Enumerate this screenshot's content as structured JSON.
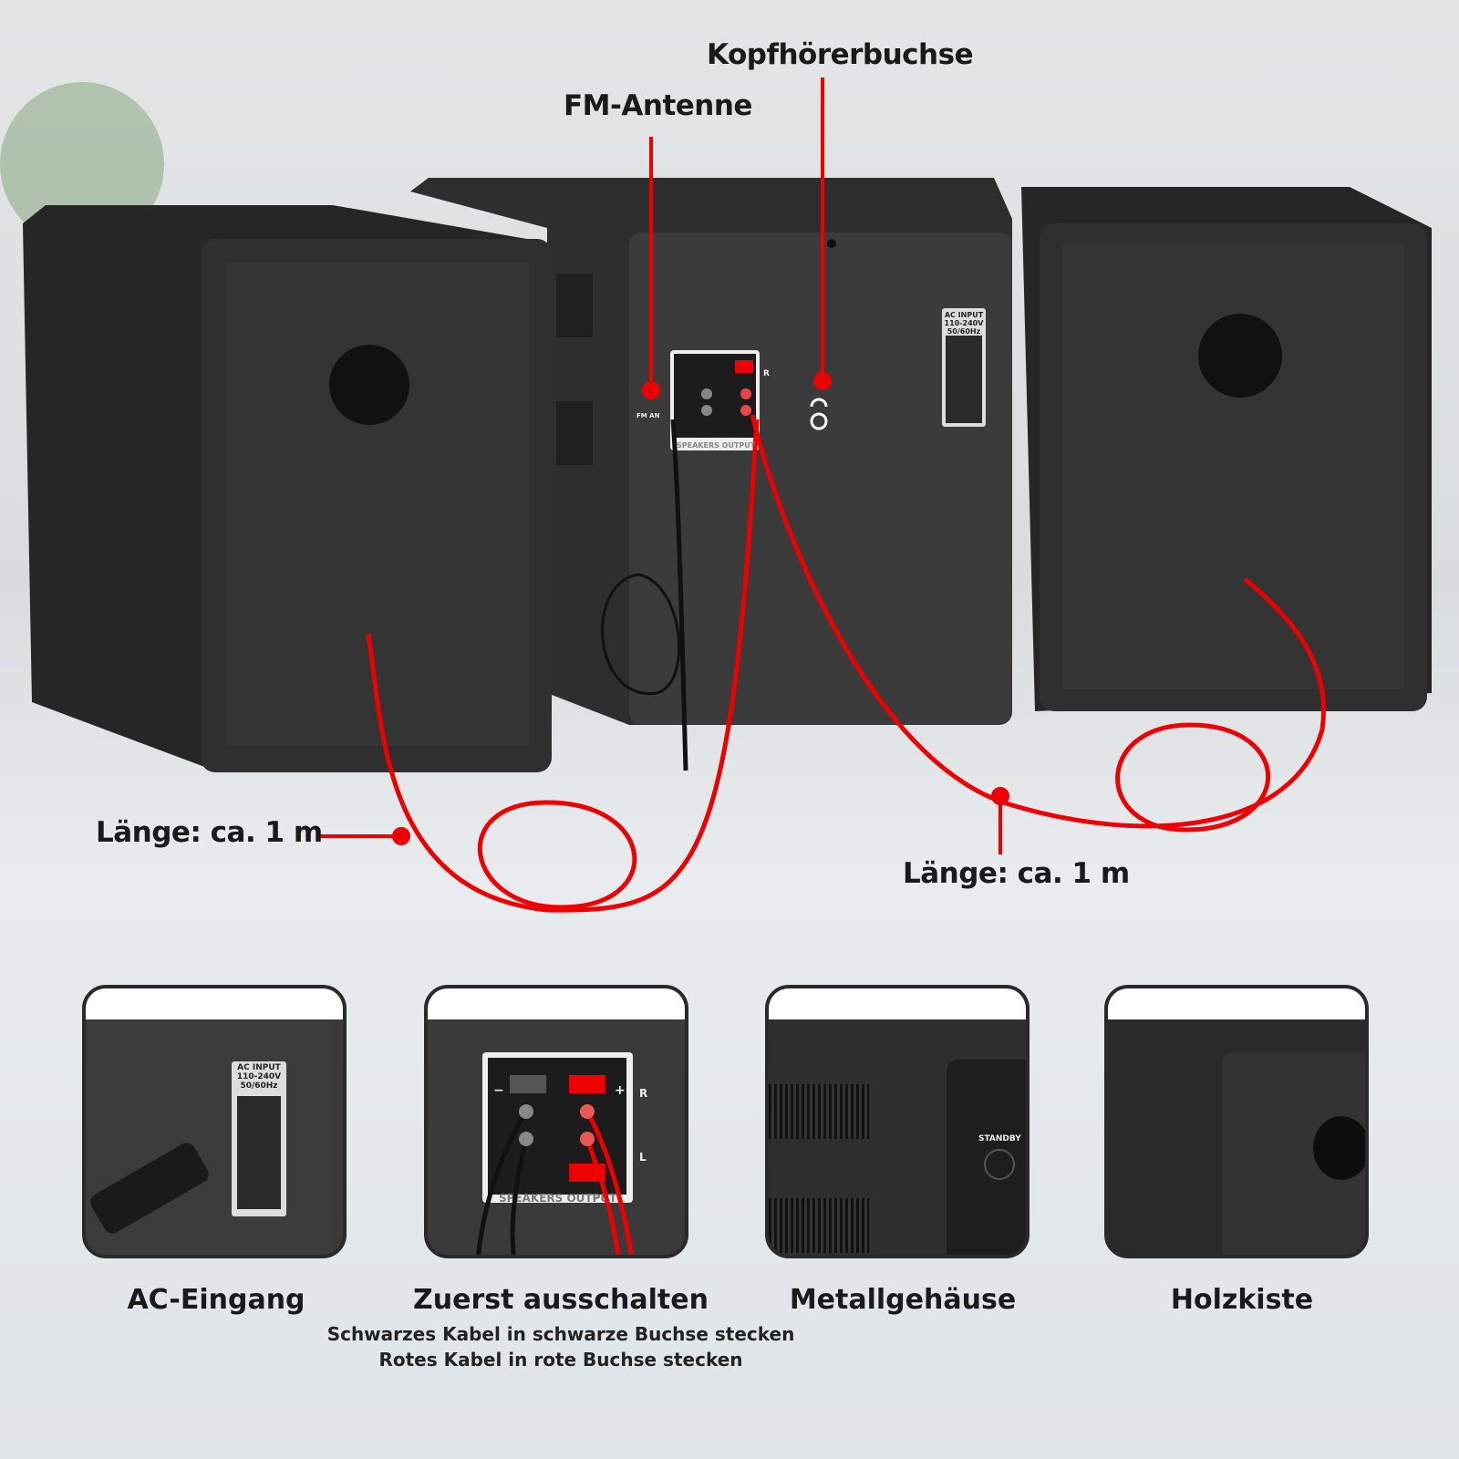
{
  "callouts": {
    "headphone_jack": "Kopfhörerbuchse",
    "fm_antenna": "FM-Antenne",
    "length_left": "Länge: ca. 1 m",
    "length_right": "Länge: ca. 1 m"
  },
  "device_labels": {
    "ac_input": [
      "AC INPUT",
      "110-240V",
      "50/60Hz"
    ],
    "speakers_output": "SPEAKERS OUTPUT",
    "fm_ant": "FM AN",
    "channel_r": "R",
    "channel_l": "L",
    "standby": "STANDBY",
    "plus": "+",
    "minus": "−"
  },
  "features": [
    {
      "title": "AC-Eingang"
    },
    {
      "title": "Zuerst ausschalten",
      "lines": [
        "Schwarzes Kabel in schwarze Buchse stecken",
        "Rotes Kabel in rote Buchse stecken"
      ]
    },
    {
      "title": "Metallgehäuse"
    },
    {
      "title": "Holzkiste"
    }
  ],
  "colors": {
    "accent": "#e60000",
    "cabinet": "#2b2b2b"
  }
}
